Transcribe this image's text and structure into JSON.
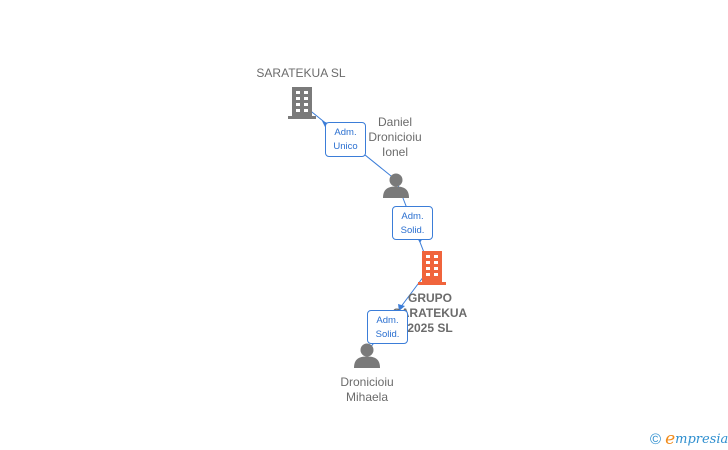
{
  "nodes": {
    "saratekua": {
      "label": "SARATEKUA  SL",
      "kind": "company",
      "color": "#7a7a7a"
    },
    "daniel": {
      "label": "Daniel\nDronicioiu\nIonel",
      "kind": "person",
      "color": "#7a7a7a"
    },
    "grupo": {
      "label": "GRUPO\nSARATEKUA\n2025  SL",
      "kind": "company",
      "color": "#f0643c"
    },
    "mihaela": {
      "label": "Dronicioiu\nMihaela",
      "kind": "person",
      "color": "#7a7a7a"
    }
  },
  "relations": {
    "r1": {
      "label": "Adm.\nUnico"
    },
    "r2": {
      "label": "Adm.\nSolid."
    },
    "r3": {
      "label": "Adm.\nSolid."
    }
  },
  "footer": {
    "copyright": "©",
    "brand_initial": "e",
    "brand_rest": "mpresia"
  },
  "colors": {
    "edge": "#3b7dd8",
    "badge_text": "#2a6fd0"
  }
}
